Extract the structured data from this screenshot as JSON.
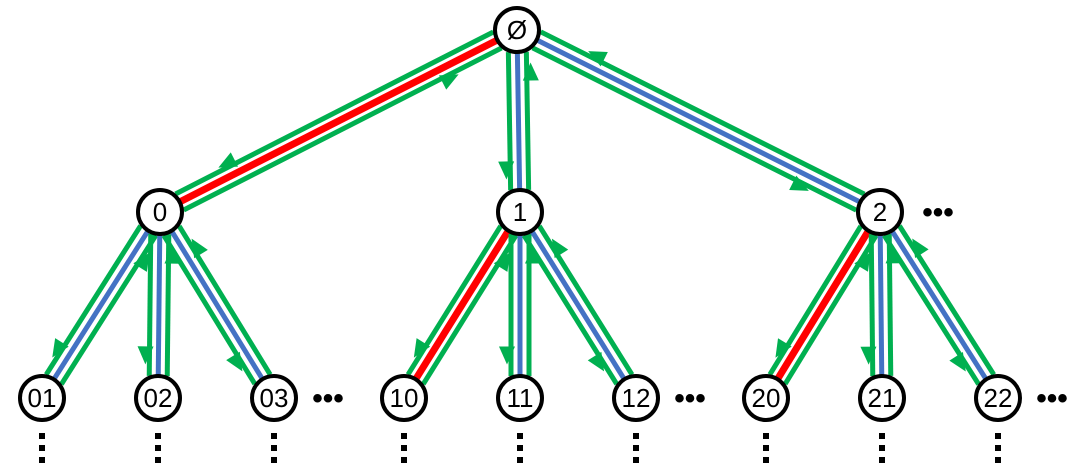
{
  "colors": {
    "red_path": "#ff0000",
    "blue_path": "#4472c4",
    "green_path": "#00b050",
    "node_stroke": "#000000",
    "node_fill": "#ffffff"
  },
  "nodes": [
    {
      "id": "root",
      "label": "Ø"
    },
    {
      "id": "n0",
      "label": "0"
    },
    {
      "id": "n1",
      "label": "1"
    },
    {
      "id": "n2",
      "label": "2"
    },
    {
      "id": "n01",
      "label": "01"
    },
    {
      "id": "n02",
      "label": "02"
    },
    {
      "id": "n03",
      "label": "03"
    },
    {
      "id": "n10",
      "label": "10"
    },
    {
      "id": "n11",
      "label": "11"
    },
    {
      "id": "n12",
      "label": "12"
    },
    {
      "id": "n20",
      "label": "20"
    },
    {
      "id": "n21",
      "label": "21"
    },
    {
      "id": "n22",
      "label": "22"
    }
  ],
  "edges": [
    {
      "from": "root",
      "to": "n0",
      "center": "red"
    },
    {
      "from": "root",
      "to": "n1",
      "center": "blue"
    },
    {
      "from": "root",
      "to": "n2",
      "center": "blue"
    },
    {
      "from": "n0",
      "to": "n01",
      "center": "blue"
    },
    {
      "from": "n0",
      "to": "n02",
      "center": "blue"
    },
    {
      "from": "n0",
      "to": "n03",
      "center": "blue"
    },
    {
      "from": "n1",
      "to": "n10",
      "center": "red"
    },
    {
      "from": "n1",
      "to": "n11",
      "center": "blue"
    },
    {
      "from": "n1",
      "to": "n12",
      "center": "blue"
    },
    {
      "from": "n2",
      "to": "n20",
      "center": "red"
    },
    {
      "from": "n2",
      "to": "n21",
      "center": "blue"
    },
    {
      "from": "n2",
      "to": "n22",
      "center": "blue"
    }
  ],
  "continuation_marks": {
    "horizontal": "•••",
    "vertical": "⋮"
  }
}
